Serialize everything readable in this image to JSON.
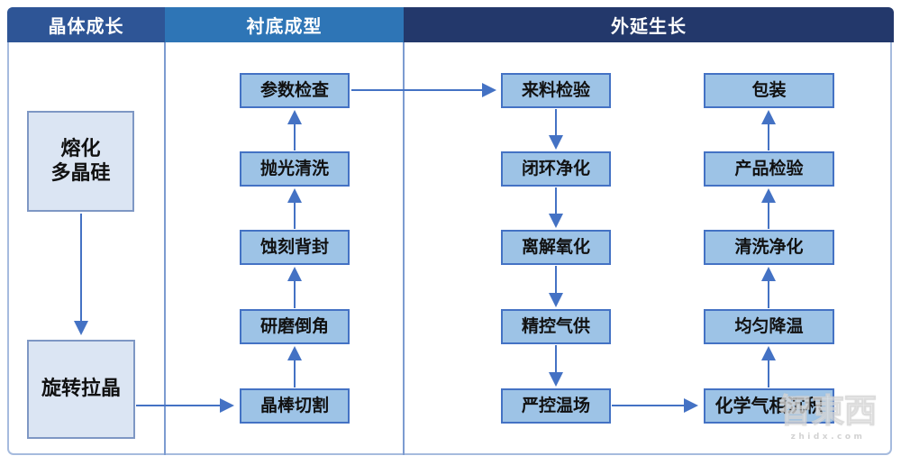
{
  "headers": [
    {
      "label": "晶体成长"
    },
    {
      "label": "衬底成型"
    },
    {
      "label": "外延生长"
    }
  ],
  "crystal_growth": {
    "melt": "熔化\n多晶硅",
    "pull": "旋转拉晶",
    "flow": "top-to-bottom"
  },
  "substrate": {
    "steps_top_to_bottom": [
      "参数检查",
      "抛光清洗",
      "蚀刻背封",
      "研磨倒角",
      "晶棒切割"
    ],
    "flow": "bottom-to-top"
  },
  "epitaxy": {
    "left_steps_top_to_bottom": [
      "来料检验",
      "闭环净化",
      "离解氧化",
      "精控气供",
      "严控温场"
    ],
    "left_flow": "top-to-bottom",
    "right_steps_top_to_bottom": [
      "包装",
      "产品检验",
      "清洗净化",
      "均匀降温",
      "化学气相沉积"
    ],
    "right_flow": "bottom-to-top"
  },
  "cross_links": [
    {
      "from": "旋转拉晶",
      "to": "晶棒切割"
    },
    {
      "from": "参数检查",
      "to": "来料检验"
    },
    {
      "from": "严控温场",
      "to": "化学气相沉积"
    }
  ],
  "watermark": {
    "text": "智東西",
    "subtext": "zhidx.com"
  },
  "colors": {
    "header_crystal": "#2E5596",
    "header_substrate": "#2E75B6",
    "header_epitaxy": "#23386B",
    "node_light_fill": "#DBE5F3",
    "node_light_border": "#7E97C4",
    "node_blue_fill": "#9DC3E6",
    "node_blue_border": "#4472C4",
    "connector": "#4472C4",
    "frame_border": "#A6BBDE"
  }
}
